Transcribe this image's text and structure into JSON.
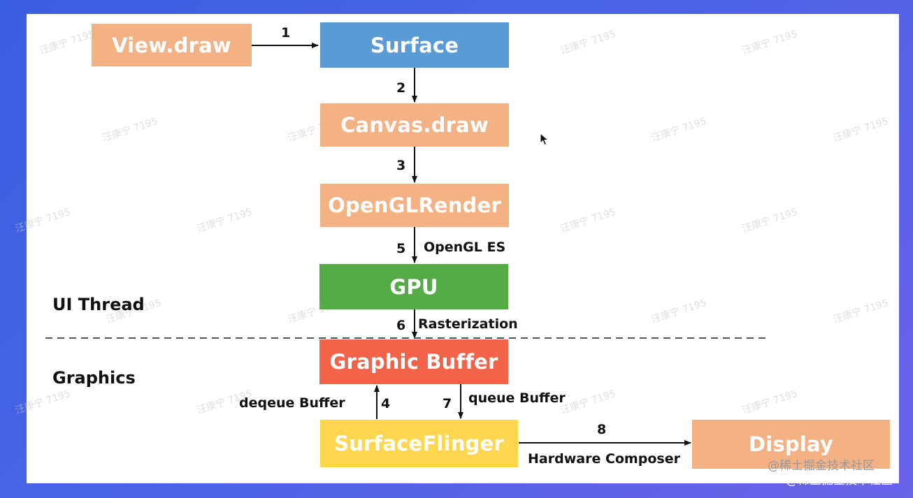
{
  "boxes": {
    "view_draw": "View.draw",
    "surface": "Surface",
    "canvas_draw": "Canvas.draw",
    "opengl_render": "OpenGLRender",
    "gpu": "GPU",
    "graphic_buffer": "Graphic Buffer",
    "surface_flinger": "SurfaceFlinger",
    "display": "Display"
  },
  "steps": {
    "s1": "1",
    "s2": "2",
    "s3": "3",
    "s4": "4",
    "s5": "5",
    "s6": "6",
    "s7": "7",
    "s8": "8"
  },
  "edge_labels": {
    "opengl_es": "OpenGL ES",
    "rasterization": "Rasterization",
    "deqeue_buffer": "deqeue Buffer",
    "queue_buffer": "queue Buffer",
    "hardware_composer": "Hardware Composer"
  },
  "sections": {
    "ui_thread": "UI Thread",
    "graphics": "Graphics"
  },
  "watermark": {
    "text": "汪康宁 7195"
  },
  "credit": "@稀土掘金技术社区",
  "colors": {
    "orange": "#f4b183",
    "blue": "#5b9bd5",
    "green": "#55ac47",
    "red": "#f2634a",
    "yellow": "#ffd64f"
  }
}
